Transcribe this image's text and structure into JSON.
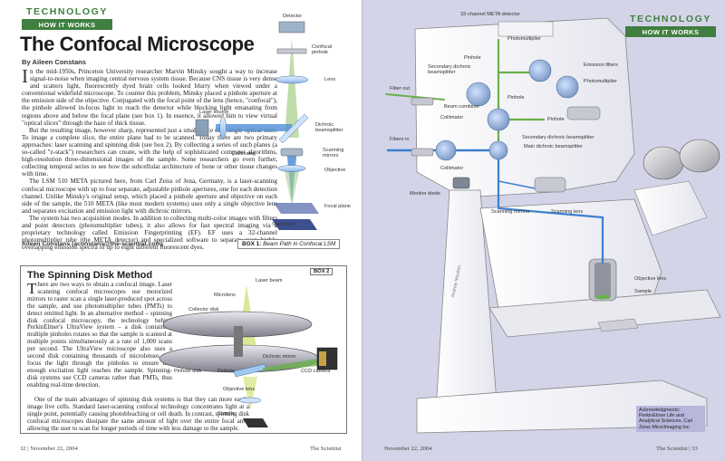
{
  "left_page": {
    "tag_top": "TECHNOLOGY",
    "tag_bottom": "HOW IT WORKS",
    "title": "The Confocal Microscope",
    "byline": "By Aileen Constans",
    "drop_cap": "I",
    "paragraphs": [
      "n the mid-1950s, Princeton University researcher Marvin Minsky sought a way to increase signal-to-noise when imaging central nervous system tissue. Because CNS tissue is very dense and scatters light, fluorescently dyed brain cells looked blurry when viewed under a conventional widefield microscope. To counter this problem, Minsky placed a pinhole aperture at the emission side of the objective. Conjugated with the focal point of the lens (hence, \"confocal\"), the pinhole allowed in-focus light to reach the detector while blocking light emanating from regions above and below the focal plane (see box 1). In essence, it allowed him to view virtual \"optical slices\" through the haze of thick tissue.",
      "But the resulting image, however sharp, represented just a small piece of a single optical slice. To image a complete slice, the entire plane had to be scanned. Today there are two primary approaches: laser scanning and spinning disk (see box 2). By collecting a series of such planes (a so-called \"z-stack\") researchers can create, with the help of sophisticated computer algorithms, high-resolution three-dimensional images of the sample. Some researchers go even further, collecting temporal series to see how the subcellular architecture of bone or other tissue changes with time.",
      "The LSM 510 META pictured here, from Carl Zeiss of Jena, Germany, is a laser-scanning confocal microscope with up to four separate, adjustable pinhole apertures, one for each detection channel. Unlike Minsky's original setup, which placed a pinhole aperture and objective on each side of the sample, the 510 META (like most modern systems) uses only a single objective lens and separates excitation and emission light with dichroic mirrors.",
      "The system has two acquisition modes. In addition to collecting multi-color images with filters and point detectors (photomultiplier tubes), it also allows for fast spectral imaging via a proprietary technology called Emission Fingerprinting (EF). EF uses a 32-channel photomultiplier tube (the META detector) and specialized software to separate even highly overlapping emission spectra of up to eight different fluorescent dyes."
    ],
    "author_credit": "Aileen Constans (aconstans@the-scientist.com)",
    "box1_caption_prefix": "BOX 1:",
    "box1_caption_text": "Beam Path in Confocal LSM",
    "box1_labels": {
      "detector": "Detector",
      "confocal_pinhole": "Confocal pinhole",
      "lens": "Lens",
      "laser_source": "Laser source",
      "dichroic": "Dichroic beamsplitter",
      "collimator": "Collimator",
      "scanning_mirrors": "Scanning mirrors",
      "objective": "Objective",
      "focal_plane": "Focal plane",
      "specimen": "Specimen"
    },
    "box2": {
      "title": "The Spinning Disk Method",
      "badge": "BOX 2",
      "drop_cap": "T",
      "paragraphs": [
        "here are two ways to obtain a confocal image. Laser scanning confocal microscopes use motorized mirrors to raster scan a single laser-produced spot across the sample, and use photomultiplier tubes (PMTs) to detect emitted light. In an alternative method – spinning disk confocal microscopy, the technology behind PerkinElmer's UltraView system – a disk containing multiple pinholes rotates so that the sample is scanned at multiple points simultaneously at a rate of 1,000 scans per second. The UltraView microscope also uses a second disk containing thousands of microlenses that focus the light through the pinholes to ensure that enough excitation light reaches the sample. Spinning-disk systems use CCD cameras rather than PMTs, thus enabling real-time detection.",
        "One of the main advantages of spinning disk systems is that they can more easily image live cells. Standard laser-scanning confocal technology concentrates light at a single point, potentially causing photobleaching or cell death. In contrast, spinning disk confocal microscopes dissipate the same amount of light over the entire focal area, allowing the user to scan for longer periods of time with less damage to the sample."
      ],
      "labels": {
        "laser_beam": "Laser beam",
        "microlens": "Microlens",
        "collector_disk": "Collector disk",
        "dichroic_mirror": "Dichroic mirror",
        "pinhole_disk": "Pinhole disk",
        "pinhole": "Pinhole",
        "ccd_camera": "CCD camera",
        "objective_lens": "Objective lens",
        "sample": "Sample"
      }
    },
    "footer": {
      "page": "32",
      "date": "November 22, 2004",
      "magazine": "The Scientist"
    }
  },
  "right_page": {
    "tag_top": "TECHNOLOGY",
    "tag_bottom": "HOW IT WORKS",
    "labels": {
      "meta_detector": "32-channel META detector",
      "photomultiplier_1": "Photomultiplier",
      "pinhole_1": "Pinhole",
      "secondary_dichroic_1": "Secondary dichroic beamsplitter",
      "emission_filters": "Emission filters",
      "photomultiplier_2": "Photomultiplier",
      "fiber_out": "Fiber out",
      "beam_combiner": "Beam combiner",
      "pinhole_2": "Pinhole",
      "collimator_1": "Collimator",
      "pinhole_3": "Pinhole",
      "fibers_in": "Fibers in",
      "secondary_dichroic_2": "Secondary dichroic beamsplitter",
      "main_dichroic": "Main dichroic beamsplitter",
      "collimator_2": "Collimator",
      "monitor_diode": "Monitor diode",
      "scanning_mirrors": "Scanning mirrors",
      "scanning_lens": "Scanning lens",
      "objective_lens": "Objective lens",
      "sample": "Sample",
      "illustrator": "Andrew Moulton"
    },
    "acknowledgments": "Acknowledgments: PerkinElmer Life and Analytical Sciences, Carl Zeiss MicroImaging Inc.",
    "footer": {
      "date": "November 22, 2004",
      "magazine": "The Scientist",
      "page": "33"
    }
  },
  "colors": {
    "accent_green": "#3f7f3f",
    "beam_blue": "#3d7fd0",
    "beam_green": "#6ab04c",
    "ack_bg": "#b9b6dc",
    "right_bg": "#d4d4e8"
  }
}
